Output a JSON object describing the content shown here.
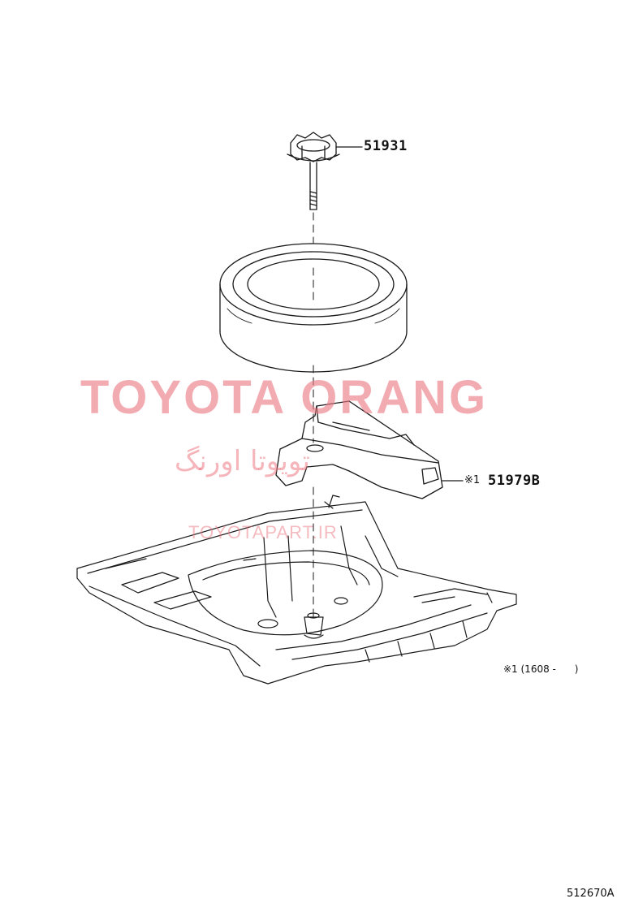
{
  "parts": {
    "hold_down_clamp": "51931",
    "spare_tire_support": "51979B",
    "support_prefix": "※1"
  },
  "footnote": "※1 (1608 -      )",
  "diagram_code": "512670A",
  "watermark": {
    "brand": "TOYOTA ORANG",
    "persian": "تویوتا اورنگ",
    "url": "TOYOTAPART.IR",
    "color": "#EC7882"
  }
}
